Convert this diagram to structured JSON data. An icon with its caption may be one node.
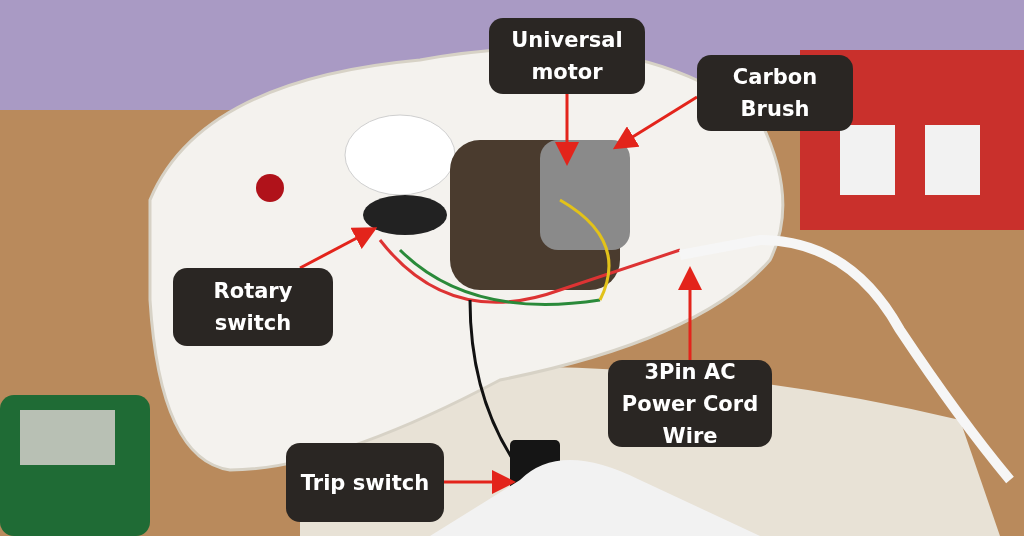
{
  "diagram": {
    "nodes": [
      {
        "text": [
          "Universal motor"
        ]
      },
      {
        "text": [
          "Carbon Brush"
        ]
      },
      {
        "text": [
          "Rotary switch"
        ]
      },
      {
        "text": [
          "3Pin AC Power Cord Wire"
        ]
      },
      {
        "text": [
          "Trip switch"
        ]
      }
    ],
    "edges": [
      {
        "from": 0,
        "to": null,
        "arrow": "to"
      },
      {
        "from": 1,
        "to": null,
        "arrow": "to"
      },
      {
        "from": 2,
        "to": null,
        "arrow": "to"
      },
      {
        "from": 3,
        "to": null,
        "arrow": "to"
      },
      {
        "from": 4,
        "to": null,
        "arrow": "to"
      }
    ]
  }
}
